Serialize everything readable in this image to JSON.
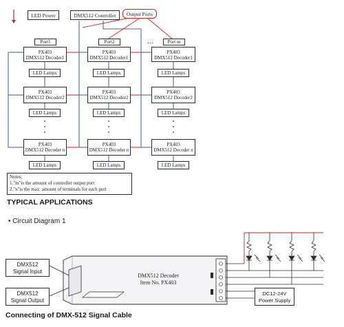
{
  "top_diagram": {
    "led_power": "LED Power",
    "controller": "DMX512 Controller",
    "output_ports_callout": "Output Ports",
    "ellipsis": "...",
    "columns": [
      {
        "port": "Port1",
        "decoders": [
          [
            "PX403",
            "DMX512 Decoder1"
          ],
          [
            "PX403",
            "DMX512 Decoder2"
          ],
          [
            "PX403",
            "DMX512 Decoder n"
          ]
        ]
      },
      {
        "port": "Port2",
        "decoders": [
          [
            "PX403",
            "DMX512 Decoder1"
          ],
          [
            "PX403",
            "DMX512 Decoder2"
          ],
          [
            "PX403",
            "DMX512 Decoder n"
          ]
        ]
      },
      {
        "port": "Port m",
        "decoders": [
          [
            "PX403",
            "DMX512 Decoder1"
          ],
          [
            "PX403",
            "DMX512 Decoder2"
          ],
          [
            "PX403",
            "DMX512 Decoder n"
          ]
        ]
      }
    ],
    "led_lamps": "LED Lamps",
    "notes": {
      "title": "Notes:",
      "line1": "1.\"m\"is the amount of controller output port",
      "line2": "2.\"n\"is the max. amount of terminals for each port"
    }
  },
  "typical_applications": "TYPICAL APPLICATIONS",
  "bullet": "•",
  "circuit_diagram_label": "Circuit Diagram 1",
  "bottom_diagram": {
    "signal_input": [
      "DMX512",
      "Signal Input"
    ],
    "signal_output": [
      "DMX512",
      "Signal Output"
    ],
    "decoder": [
      "DMX512 Decoder",
      "Item No. PX403"
    ],
    "power_supply": [
      "DC12-24V",
      "Power Supply"
    ]
  },
  "connecting_heading": "Connecting of DMX-512 Signal Cable",
  "colors": {
    "signal_line": "#2f5fb0",
    "accent_red": "#cc2222",
    "line": "#2b2b2b"
  }
}
